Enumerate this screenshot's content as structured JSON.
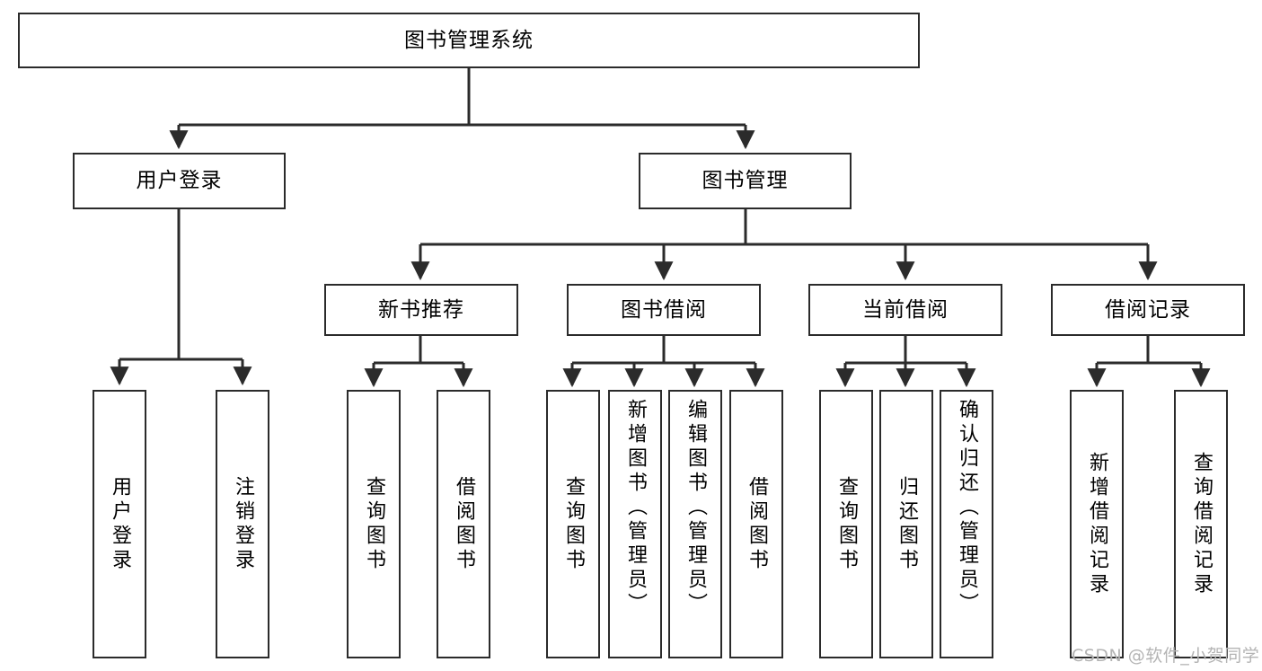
{
  "diagram": {
    "title": "图书管理系统",
    "type": "tree",
    "background_color": "#ffffff",
    "line_color": "#2b2b2b",
    "text_color": "#000000",
    "nodes": {
      "root": {
        "label": "图书管理系统"
      },
      "level1": [
        {
          "id": "user-login",
          "label": "用户登录"
        },
        {
          "id": "book-management",
          "label": "图书管理"
        }
      ],
      "level2": [
        {
          "id": "new-book-recommend",
          "label": "新书推荐"
        },
        {
          "id": "book-borrow",
          "label": "图书借阅"
        },
        {
          "id": "current-borrow",
          "label": "当前借阅"
        },
        {
          "id": "borrow-record",
          "label": "借阅记录"
        }
      ],
      "leaves": [
        {
          "id": "leaf-user-login",
          "label": "用户登录",
          "parent": "user-login"
        },
        {
          "id": "leaf-logout-login",
          "label": "注销登录",
          "parent": "user-login"
        },
        {
          "id": "leaf-query-book-1",
          "label": "查询图书",
          "parent": "new-book-recommend"
        },
        {
          "id": "leaf-borrow-book-1",
          "label": "借阅图书",
          "parent": "new-book-recommend"
        },
        {
          "id": "leaf-query-book-2",
          "label": "查询图书",
          "parent": "book-borrow"
        },
        {
          "id": "leaf-add-book-admin",
          "label": "新增图书（管理员）",
          "parent": "book-borrow"
        },
        {
          "id": "leaf-edit-book-admin",
          "label": "编辑图书（管理员）",
          "parent": "book-borrow"
        },
        {
          "id": "leaf-borrow-book-2",
          "label": "借阅图书",
          "parent": "book-borrow"
        },
        {
          "id": "leaf-query-book-3",
          "label": "查询图书",
          "parent": "current-borrow"
        },
        {
          "id": "leaf-return-book",
          "label": "归还图书",
          "parent": "current-borrow"
        },
        {
          "id": "leaf-confirm-return-admin",
          "label": "确认归还（管理员）",
          "parent": "current-borrow"
        },
        {
          "id": "leaf-add-borrow-record",
          "label": "新增借阅记录",
          "parent": "borrow-record"
        },
        {
          "id": "leaf-query-borrow-record",
          "label": "查询借阅记录",
          "parent": "borrow-record"
        }
      ]
    }
  },
  "watermark": {
    "text": "CSDN @软件_小贺同学"
  }
}
